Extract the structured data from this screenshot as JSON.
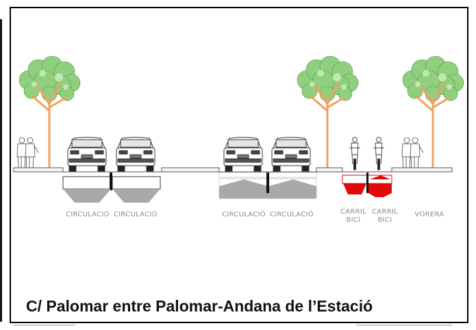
{
  "labels": {
    "circ_1": "CIRCULACIÓ",
    "circ_2": "CIRCULACIÓ",
    "circ_3": "CIRCULACIÓ",
    "circ_4": "CIRCULACIÓ",
    "bike_1_line1": "CARRIL",
    "bike_1_line2": "BICI",
    "bike_2_line1": "CARRIL",
    "bike_2_line2": "BICI",
    "vorera": "VORERA"
  },
  "caption": "C/ Palomar entre Palomar-Andana de l’Estació",
  "colors": {
    "lane_grey": "#a9a9a9",
    "bike_red": "#e10a0a",
    "tree_green": "#7cc16e",
    "trunk": "#f0a060"
  }
}
